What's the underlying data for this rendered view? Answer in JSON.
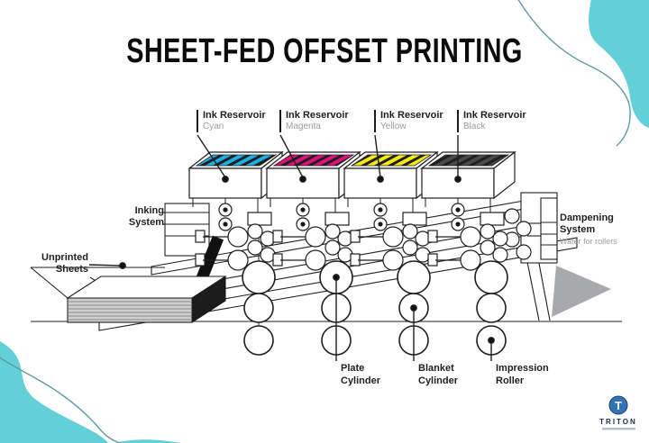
{
  "title": "SHEET-FED OFFSET PRINTING",
  "reservoirs": [
    {
      "label": "Ink Reservoir",
      "ink": "Cyan",
      "color": "#1EAEE3"
    },
    {
      "label": "Ink Reservoir",
      "ink": "Magenta",
      "color": "#E0117B"
    },
    {
      "label": "Ink Reservoir",
      "ink": "Yellow",
      "color": "#F5EA14"
    },
    {
      "label": "Ink Reservoir",
      "ink": "Black",
      "color": "#4A4A4A"
    }
  ],
  "labels": {
    "inking_system": {
      "line1": "Inking",
      "line2": "System"
    },
    "unprinted_sheets": {
      "line1": "Unprinted",
      "line2": "Sheets"
    },
    "dampening_system": {
      "line1": "Dampening",
      "line2": "System",
      "subtitle": "Water for rollers"
    },
    "plate_cylinder": {
      "line1": "Plate",
      "line2": "Cylinder"
    },
    "blanket_cylinder": {
      "line1": "Blanket",
      "line2": "Cylinder"
    },
    "impression_roller": {
      "line1": "Impression",
      "line2": "Roller"
    }
  },
  "logo": {
    "brand": "TRITON",
    "monogram": "T"
  },
  "colors": {
    "accent_teal": "#63CFD7",
    "curve_line": "#5E9CA3",
    "arrow_gray": "#A7A9AC",
    "logo_blue": "#3273B5",
    "brand_navy": "#1C2B4B",
    "subtitle_gray": "#9B9B9B"
  }
}
